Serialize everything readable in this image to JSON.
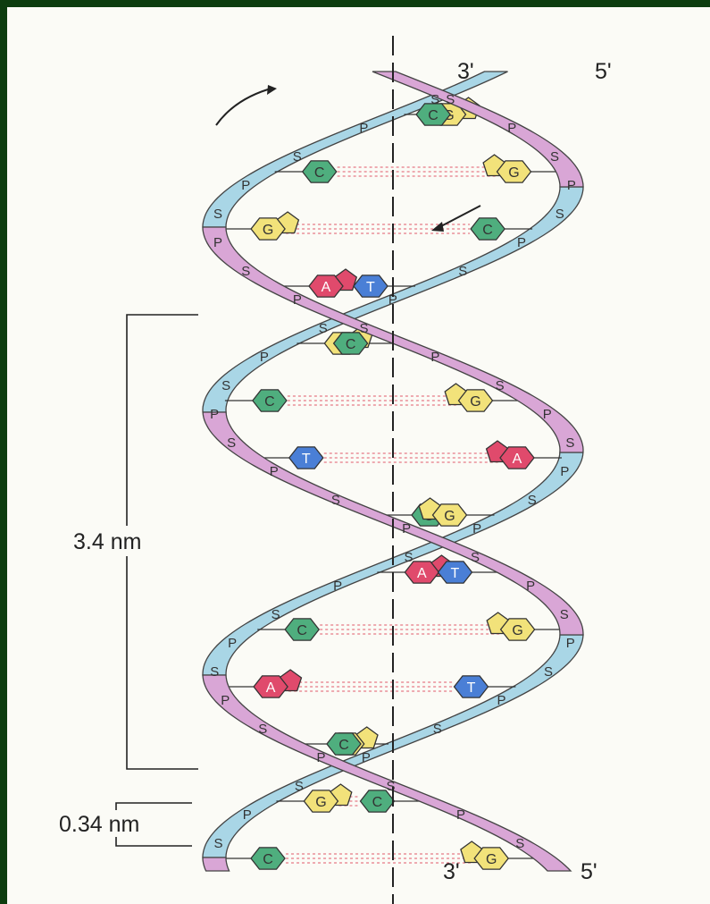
{
  "strand_ends": {
    "top_left": "3'",
    "top_right": "5'",
    "bottom_left": "3'",
    "bottom_right": "5'"
  },
  "measurements": {
    "turn_length": "3.4 nm",
    "base_spacing": "0.34 nm"
  },
  "backbone_labels": {
    "sugar": "S",
    "phosphate": "P"
  },
  "bases": {
    "adenine": {
      "letter": "A",
      "color": "#e04a6c"
    },
    "thymine": {
      "letter": "T",
      "color": "#4a7fd6"
    },
    "guanine": {
      "letter": "G",
      "color": "#f2e27a"
    },
    "cytosine": {
      "letter": "C",
      "color": "#4fae7e"
    }
  },
  "base_pairs": [
    [
      "C",
      "G"
    ],
    [
      "G",
      "C"
    ],
    [
      "C",
      "G"
    ],
    [
      "T",
      "A"
    ],
    [
      "G",
      "C"
    ],
    [
      "C",
      "G"
    ],
    [
      "T",
      "A"
    ],
    [
      "C",
      "G"
    ],
    [
      "T",
      "A"
    ],
    [
      "G",
      "C"
    ],
    [
      "T",
      "A"
    ],
    [
      "C",
      "G"
    ],
    [
      "G",
      "C"
    ],
    [
      "C",
      "G"
    ]
  ],
  "colors": {
    "strand_front": "#d9a6d6",
    "strand_back": "#a9d6e6",
    "strand_edge": "#444444",
    "hydrogen_bond": "#e05a6a",
    "axis": "#222222"
  }
}
